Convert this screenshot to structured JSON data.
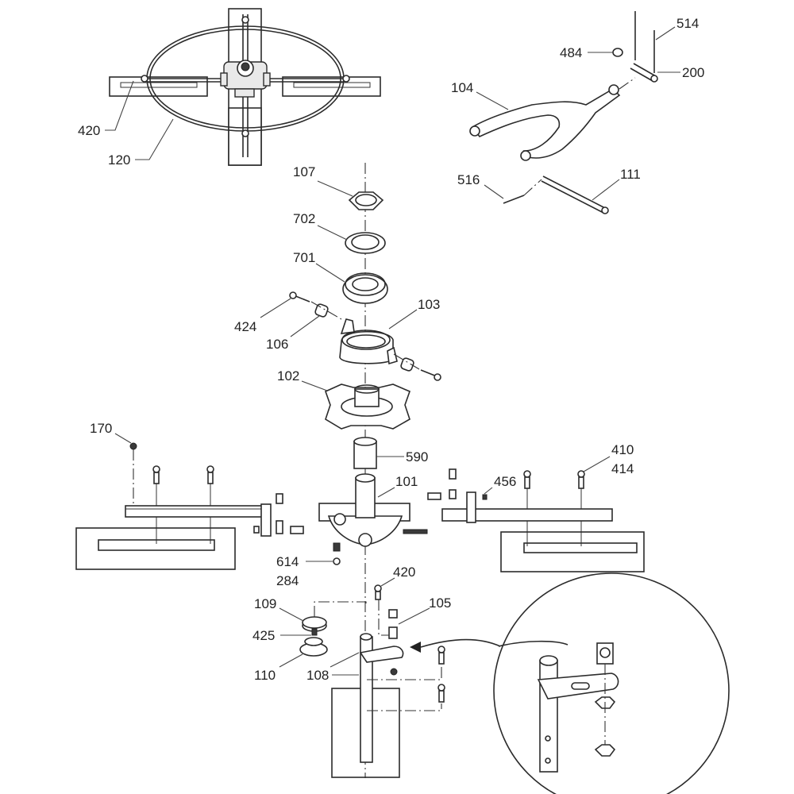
{
  "title": "Exploded parts diagram - rotating ring wheel assembly",
  "callouts": {
    "p420a": "420",
    "p120": "120",
    "p484": "484",
    "p514": "514",
    "p200": "200",
    "p104": "104",
    "p516": "516",
    "p111": "111",
    "p107": "107",
    "p702": "702",
    "p701": "701",
    "p424": "424",
    "p106": "106",
    "p103": "103",
    "p102": "102",
    "p170": "170",
    "p590": "590",
    "p101": "101",
    "p410": "410",
    "p414": "414",
    "p456": "456",
    "p614": "614",
    "p284": "284",
    "p420b": "420",
    "p105": "105",
    "p109": "109",
    "p425": "425",
    "p110": "110",
    "p108": "108"
  },
  "views": {
    "top_assembly": "assembled-top-view",
    "detail": "detail-circle-arm-joint"
  }
}
